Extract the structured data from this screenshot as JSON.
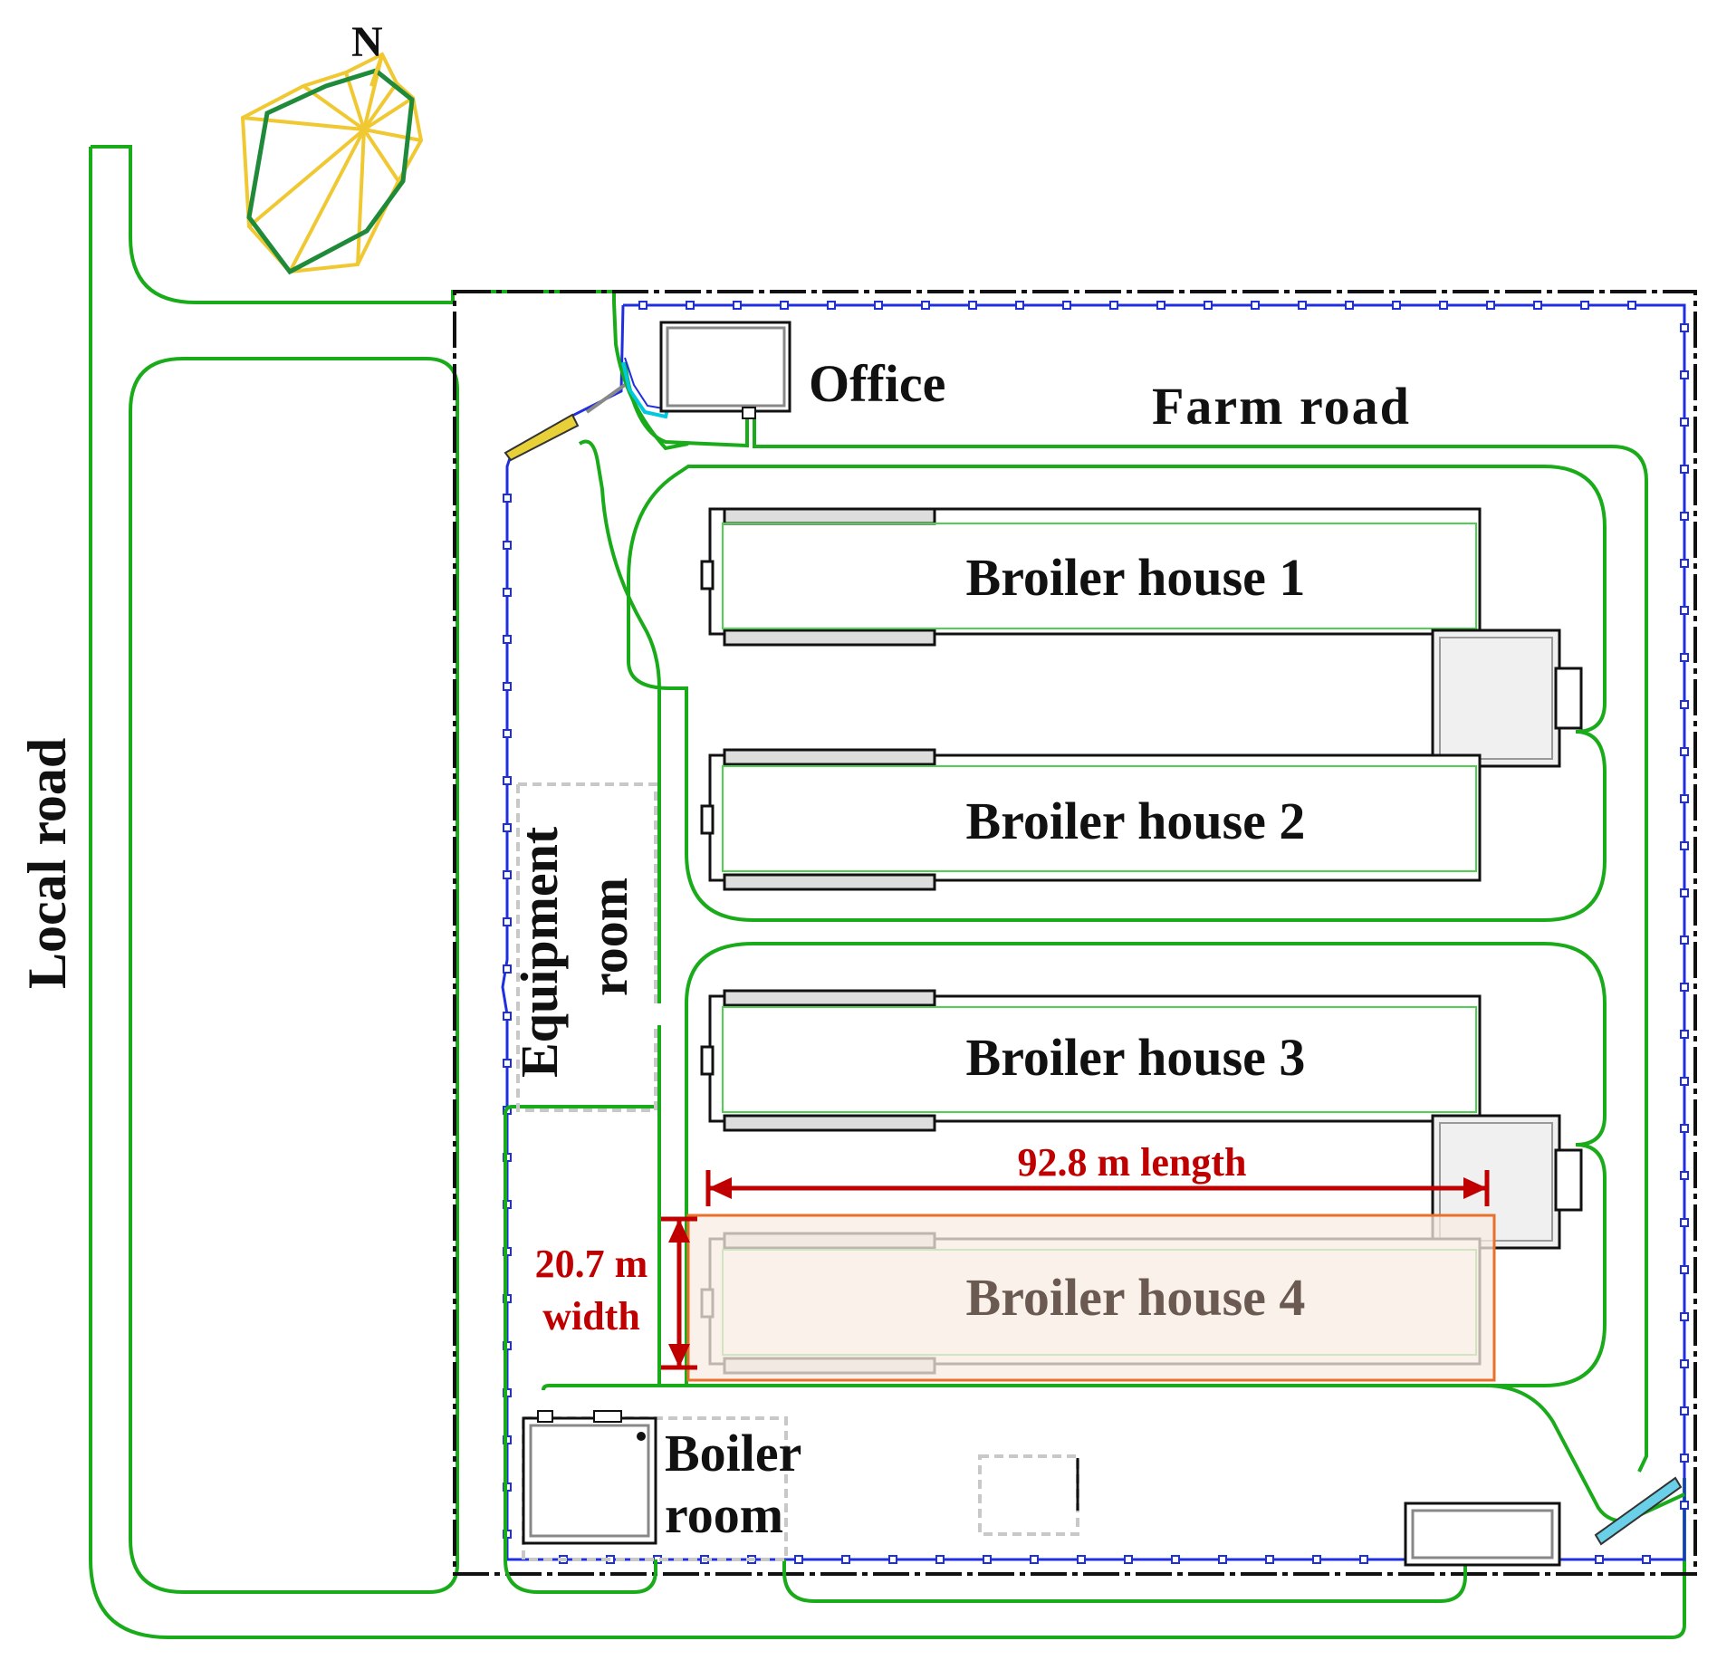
{
  "labels": {
    "north": "N",
    "office": "Office",
    "farm_road": "Farm road",
    "local_road": "Local road",
    "equipment": "Equipment",
    "room_equipment": "room",
    "boiler": "Boiler",
    "room_boiler": "room",
    "house1": "Broiler house 1",
    "house2": "Broiler house 2",
    "house3": "Broiler house 3",
    "house4": "Broiler house 4",
    "length": "92.8 m length",
    "width_value": "20.7 m",
    "width_word": "width"
  },
  "colors": {
    "road_green": "#1aab1a",
    "fence_blue": "#1f2fe0",
    "wind_yellow": "#f0c832",
    "wind_green": "#1f8a3a",
    "dimension_red": "#c00000",
    "highlight_orange": "#e8702a",
    "highlight_fill": "#f8ece4",
    "highlight_text": "#6a5a52"
  }
}
